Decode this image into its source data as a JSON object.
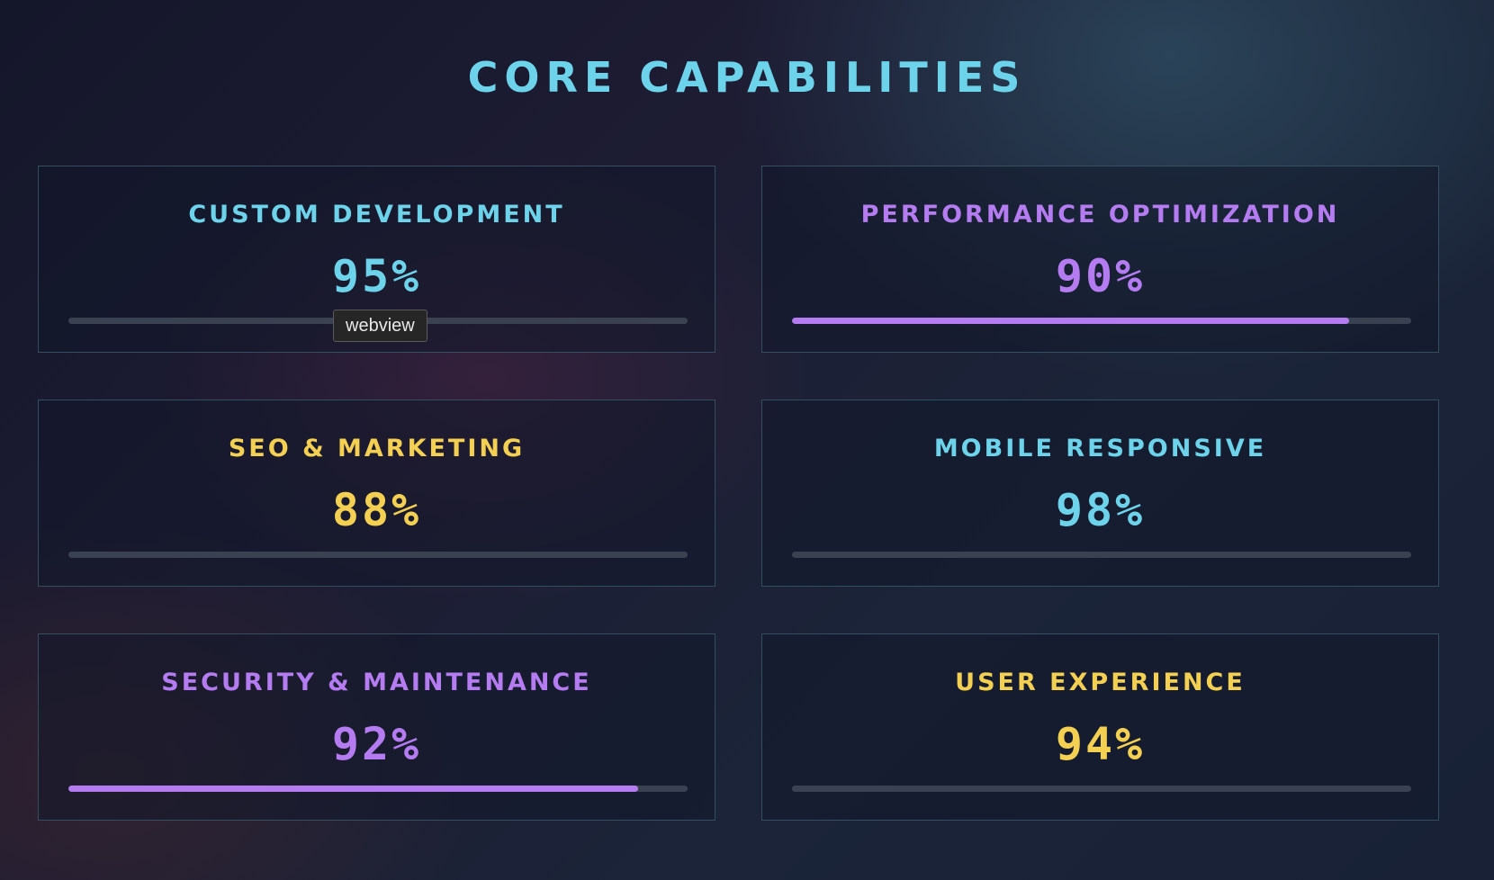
{
  "page": {
    "title": "CORE CAPABILITIES",
    "title_color": "#6dd3ea"
  },
  "tooltip": {
    "text": "webview"
  },
  "cards": [
    {
      "title": "CUSTOM DEVELOPMENT",
      "value": "95%",
      "color": "#6dd3ea",
      "progress": 0,
      "fill_color": "#6dd3ea"
    },
    {
      "title": "PERFORMANCE OPTIMIZATION",
      "value": "90%",
      "color": "#b57cf2",
      "progress": 90,
      "fill_color": "#b57cf2"
    },
    {
      "title": "SEO & MARKETING",
      "value": "88%",
      "color": "#f3cf52",
      "progress": 0,
      "fill_color": "#f3cf52"
    },
    {
      "title": "MOBILE RESPONSIVE",
      "value": "98%",
      "color": "#6dd3ea",
      "progress": 0,
      "fill_color": "#6dd3ea"
    },
    {
      "title": "SECURITY & MAINTENANCE",
      "value": "92%",
      "color": "#b57cf2",
      "progress": 92,
      "fill_color": "#b57cf2"
    },
    {
      "title": "USER EXPERIENCE",
      "value": "94%",
      "color": "#f3cf52",
      "progress": 0,
      "fill_color": "#f3cf52"
    }
  ]
}
